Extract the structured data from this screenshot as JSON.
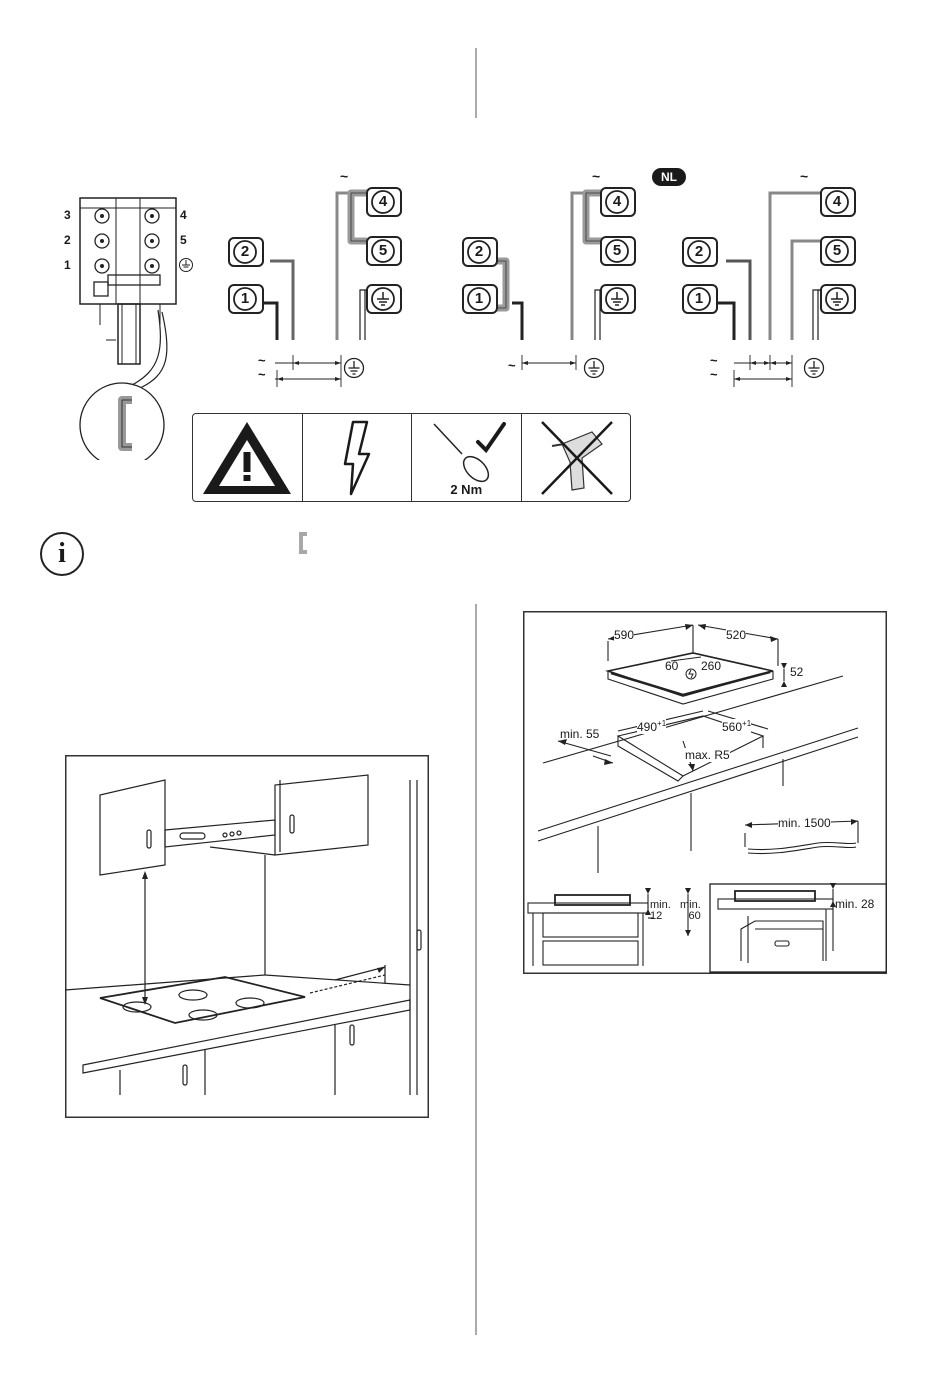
{
  "terminals": {
    "left_labels": [
      "3",
      "2",
      "1"
    ],
    "right_labels": [
      "4",
      "5"
    ]
  },
  "wiring": {
    "tilde": "~",
    "tilde_double": "~\n~",
    "diagrams": [
      {
        "nodes": [
          "4",
          "5",
          "2",
          "1"
        ],
        "bridge_45": true,
        "bridge_12": false,
        "badge": ""
      },
      {
        "nodes": [
          "4",
          "5",
          "2",
          "1"
        ],
        "bridge_45": true,
        "bridge_12": true,
        "badge": "NL"
      },
      {
        "nodes": [
          "4",
          "5",
          "2",
          "1"
        ],
        "bridge_45": false,
        "bridge_12": false,
        "badge": ""
      }
    ]
  },
  "warning_strip": {
    "torque_label": "2 Nm",
    "icons": [
      "warning-triangle-icon",
      "lightning-icon",
      "screwdriver-check-icon",
      "no-drill-icon"
    ]
  },
  "info": {
    "icon": "info-icon",
    "glyph": "i"
  },
  "dimensions": {
    "width": "590",
    "depth": "520",
    "height": "52",
    "a60": "60",
    "a260": "260",
    "cut_w": "490",
    "cut_w_sup": "+1",
    "cut_d": "560",
    "cut_d_sup": "+1",
    "min55": "min. 55",
    "maxR5": "max. R5",
    "cable": "min. 1500",
    "min12_l1": "min.",
    "min12_l2": "12",
    "min60_l1": "min.",
    "min60_l2": "60",
    "min28": "min. 28"
  }
}
